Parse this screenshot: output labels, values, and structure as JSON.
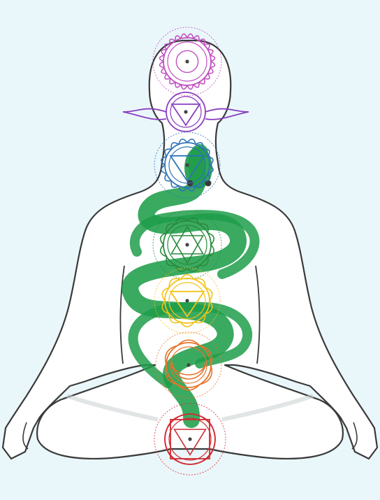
{
  "colors": {
    "background": "#eaf7fa",
    "body_fill": "#ffffff",
    "body_outline": "#3a3a3a",
    "serpent": "#1f9e4a",
    "crown": "#c04fc0",
    "third_eye": "#8a3fc0",
    "throat": "#2f72b8",
    "heart": "#2a8a3e",
    "solar_plexus": "#f2c318",
    "sacral": "#e8732a",
    "root": "#d12a32"
  },
  "chakras": [
    {
      "id": "crown",
      "icon": "lotus-thousand-petal-icon",
      "color": "#c04fc0"
    },
    {
      "id": "third-eye",
      "icon": "two-petal-triangle-icon",
      "color": "#8a3fc0"
    },
    {
      "id": "throat",
      "icon": "sixteen-petal-circle-icon",
      "color": "#2f72b8"
    },
    {
      "id": "heart",
      "icon": "hexagram-lotus-icon",
      "color": "#2a8a3e"
    },
    {
      "id": "solar-plexus",
      "icon": "ten-petal-triangle-icon",
      "color": "#f2c318"
    },
    {
      "id": "sacral",
      "icon": "crescent-lotus-icon",
      "color": "#e8732a"
    },
    {
      "id": "root",
      "icon": "square-triangle-lotus-icon",
      "color": "#d12a32"
    }
  ]
}
